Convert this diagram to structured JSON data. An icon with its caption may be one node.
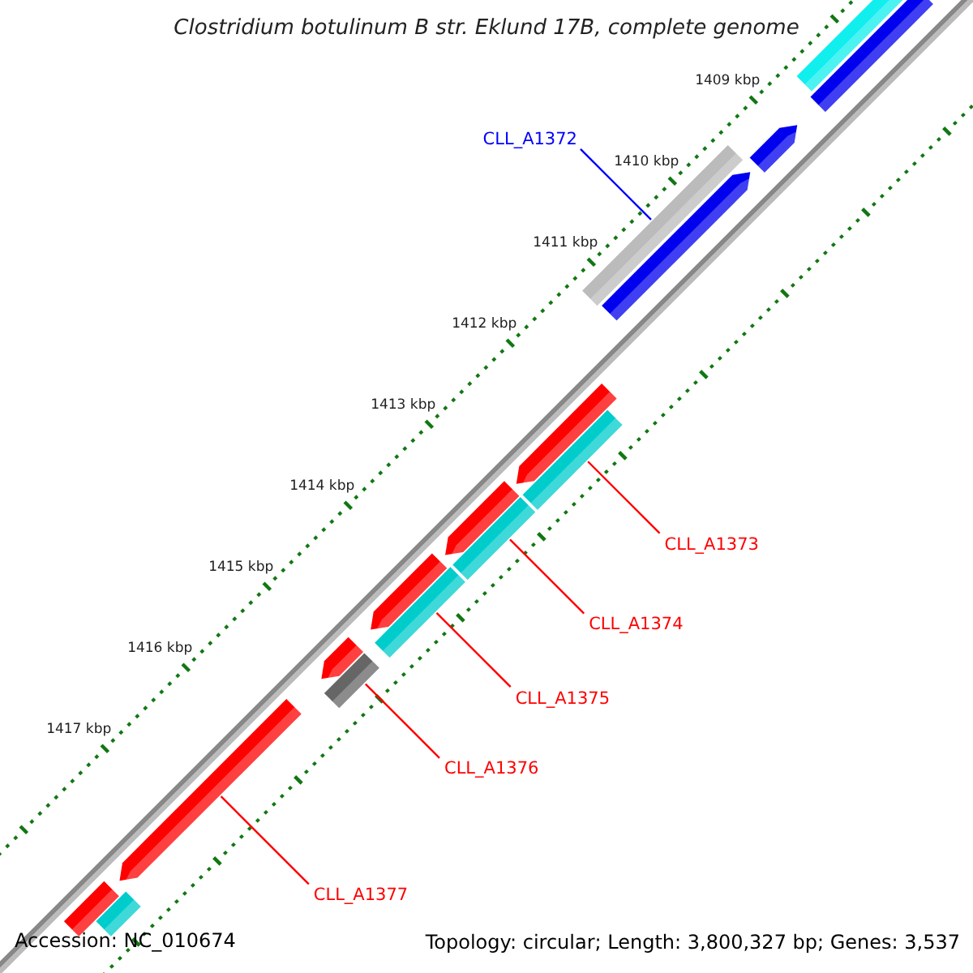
{
  "diagram": {
    "title": "Clostridium botulinum B str. Eklund 17B, complete genome",
    "nodes": [
      {
        "text": [
          "CLL_A1372"
        ]
      },
      {
        "text": [],
        "shape": "bar"
      },
      {
        "text": [
          "CLL_A1373"
        ]
      },
      {
        "text": [],
        "shape": "bar"
      },
      {
        "text": [
          "CLL_A1374"
        ]
      },
      {
        "text": [],
        "shape": "bar"
      },
      {
        "text": [
          "CLL_A1375"
        ]
      },
      {
        "text": [],
        "shape": "bar"
      },
      {
        "text": [
          "CLL_A1376"
        ]
      },
      {
        "text": [],
        "shape": "bar"
      },
      {
        "text": [
          "CLL_A1377"
        ]
      },
      {
        "text": [],
        "shape": "bar"
      },
      {
        "text": [],
        "shape": "bar"
      },
      {
        "text": [],
        "shape": "bar"
      },
      {
        "text": [],
        "shape": "bar"
      },
      {
        "text": [],
        "shape": "bar"
      },
      {
        "text": [],
        "shape": "bar"
      },
      {
        "text": [],
        "shape": "bar"
      },
      {
        "text": [],
        "shape": "bar"
      },
      {
        "text": [],
        "shape": "bar"
      },
      {
        "text": [],
        "shape": "bar"
      },
      {
        "text": [],
        "shape": "bar"
      }
    ],
    "edges": [
      {
        "from": 0,
        "to": 1,
        "arrow": "none",
        "color": "#0000ff"
      },
      {
        "from": 2,
        "to": 3,
        "arrow": "none"
      },
      {
        "from": 4,
        "to": 5,
        "arrow": "none"
      },
      {
        "from": 6,
        "to": 7,
        "arrow": "none"
      },
      {
        "from": 8,
        "to": 9,
        "arrow": "none"
      },
      {
        "from": 10,
        "to": 11,
        "arrow": "none"
      }
    ],
    "labels": [
      "1409 kbp",
      "1410 kbp",
      "1411 kbp",
      "1412 kbp",
      "1413 kbp",
      "1414 kbp",
      "1415 kbp",
      "1416 kbp",
      "1417 kbp",
      "Accession: NC_010674",
      "Topology: circular; Length: 3,800,327 bp; Genes: 3,537"
    ]
  }
}
